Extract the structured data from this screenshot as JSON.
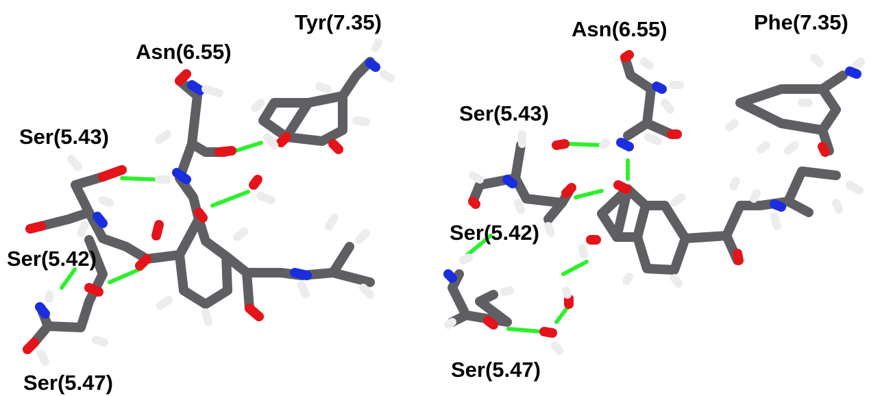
{
  "colors": {
    "carbon": "#5f5f63",
    "oxygen": "#e4141a",
    "nitrogen": "#1a2ee0",
    "hydrogen": "#ececec",
    "hbond": "#2cf02c",
    "label": "#000000"
  },
  "panels": {
    "left": {
      "labels": {
        "tyr": "Tyr(7.35)",
        "asn": "Asn(6.55)",
        "ser543": "Ser(5.43)",
        "ser542": "Ser(5.42)",
        "ser547": "Ser(5.47)"
      }
    },
    "right": {
      "labels": {
        "asn": "Asn(6.55)",
        "phe": "Phe(7.35)",
        "ser543": "Ser(5.43)",
        "ser542": "Ser(5.42)",
        "ser547": "Ser(5.47)"
      }
    }
  }
}
